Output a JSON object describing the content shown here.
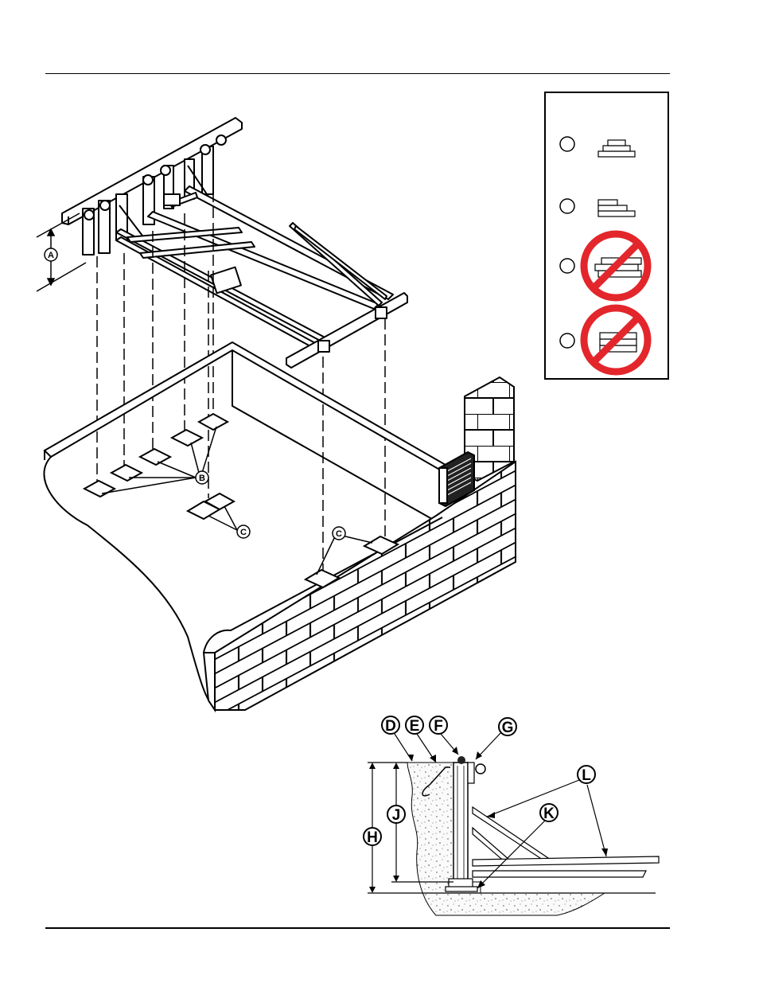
{
  "callouts": {
    "A": "A",
    "B": "B",
    "C": "C",
    "D": "D",
    "E": "E",
    "F": "F",
    "G": "G",
    "H": "H",
    "J": "J",
    "K": "K",
    "L": "L"
  },
  "shim_legend": {
    "items": [
      {
        "status": "acceptable"
      },
      {
        "status": "acceptable"
      },
      {
        "status": "not-acceptable",
        "icon": "prohibited-icon"
      },
      {
        "status": "not-acceptable",
        "icon": "prohibited-icon"
      }
    ],
    "prohibited_color": "#e3262b"
  }
}
